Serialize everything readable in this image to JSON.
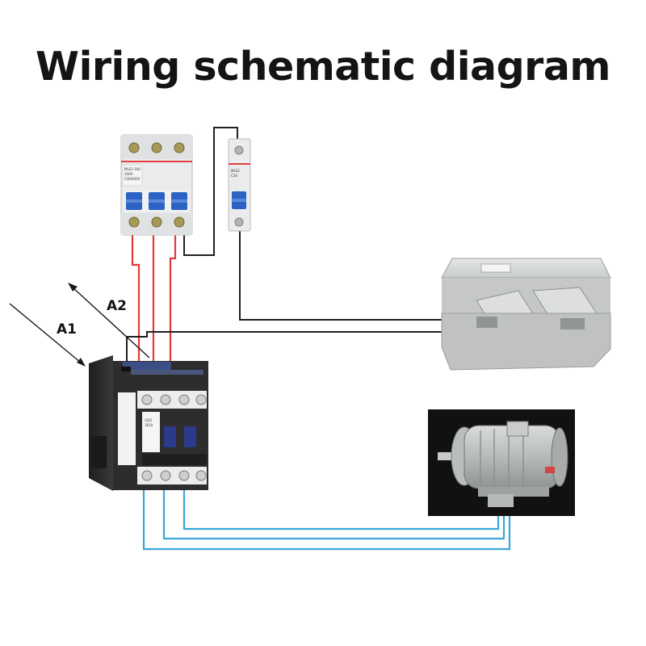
{
  "title": "Wiring schematic diagram",
  "labels": {
    "a1": "A1",
    "a2": "A2"
  },
  "colors": {
    "phase_wire": "#e03a3a",
    "control_wire": "#202020",
    "motor_wire": "#3aa6dc",
    "module_blue": "#2b62c4",
    "contactor_body": "#2d2d2d"
  },
  "icons": {
    "breaker": "3-pole-circuit-breaker",
    "single": "1-pole-circuit-breaker",
    "contactor": "ac-contactor",
    "pedal": "double-foot-pedal-switch",
    "motor": "three-phase-motor"
  }
}
